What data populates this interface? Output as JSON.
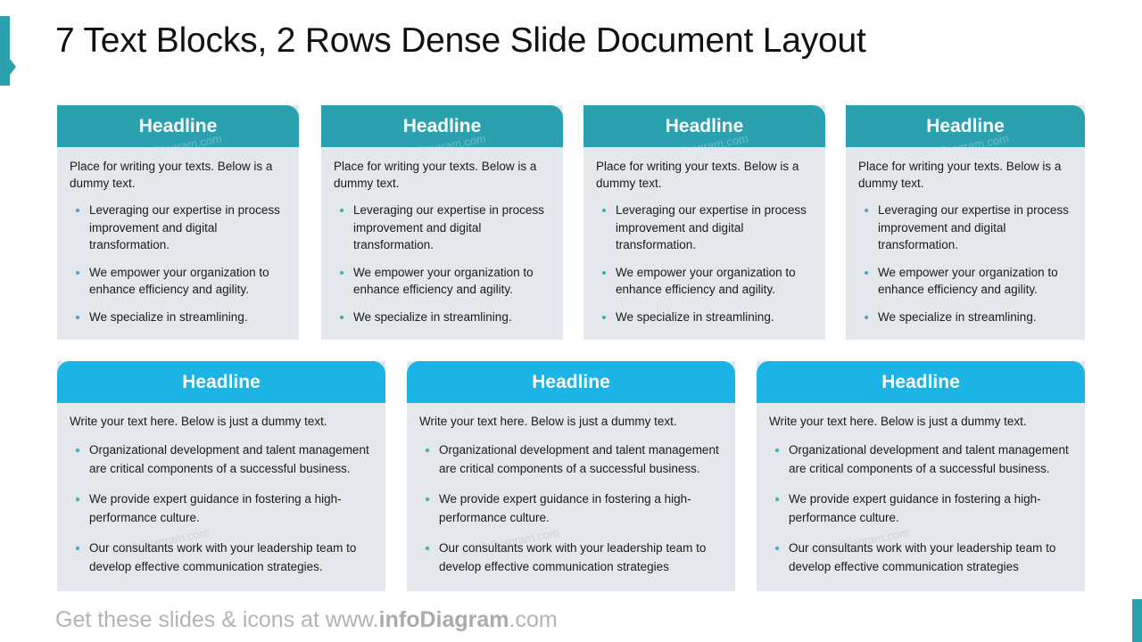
{
  "slide": {
    "title": "7 Text Blocks, 2 Rows Dense Slide Document Layout",
    "watermark": "© infoDiagram.com",
    "colors": {
      "row1_header": "#2BA0AE",
      "row2_header": "#1BB4E4",
      "card_body": "#E4E7EC",
      "bullet": "#3FA9BD",
      "title_text": "#111111",
      "footer_text": "#B3B3B3"
    }
  },
  "footer": {
    "prefix": "Get these slides & icons at www.",
    "brand": "infoDiagram",
    "suffix": ".com"
  },
  "row1": [
    {
      "headline": "Headline",
      "intro": "Place for writing your texts. Below is a dummy text.",
      "bullets": [
        "Leveraging our expertise in process improvement and digital transformation.",
        "We empower your organization to enhance efficiency and agility.",
        "We specialize in streamlining."
      ]
    },
    {
      "headline": "Headline",
      "intro": "Place for writing your texts. Below is a dummy text.",
      "bullets": [
        "Leveraging our expertise in process improvement and digital transformation.",
        "We empower your organization to enhance efficiency and agility.",
        "We specialize in streamlining."
      ]
    },
    {
      "headline": "Headline",
      "intro": "Place for writing your texts. Below is a dummy text.",
      "bullets": [
        "Leveraging our expertise in process improvement and digital transformation.",
        "We empower your organization to enhance efficiency and agility.",
        "We specialize in streamlining."
      ]
    },
    {
      "headline": "Headline",
      "intro": "Place for writing your texts. Below is a dummy text.",
      "bullets": [
        "Leveraging our expertise in process improvement and digital transformation.",
        "We empower your organization to enhance efficiency and agility.",
        "We specialize in streamlining."
      ]
    }
  ],
  "row2": [
    {
      "headline": "Headline",
      "intro": "Write your text here. Below is just a dummy text.",
      "bullets": [
        "Organizational development and talent management are critical components of a successful business.",
        "We provide expert guidance in fostering a high-performance culture.",
        "Our consultants work with your leadership team to develop effective communication strategies."
      ]
    },
    {
      "headline": "Headline",
      "intro": "Write your text here. Below is just a dummy text.",
      "bullets": [
        "Organizational development and talent management are critical components of a successful business.",
        "We provide expert guidance in fostering a high-performance culture.",
        "Our consultants work with your leadership team to develop effective communication strategies"
      ]
    },
    {
      "headline": "Headline",
      "intro": "Write your text here. Below is just a dummy text.",
      "bullets": [
        "Organizational development and talent management are critical components of a successful business.",
        "We provide expert guidance in fostering a high-performance culture.",
        "Our consultants work with your leadership team to develop effective communication strategies"
      ]
    }
  ]
}
